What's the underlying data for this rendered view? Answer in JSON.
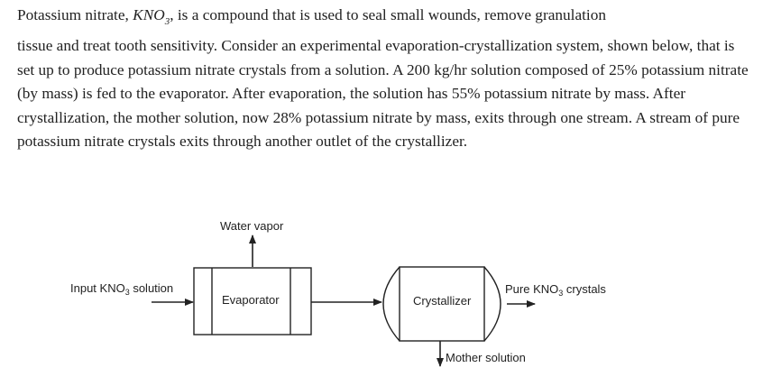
{
  "problem": {
    "line1_before": "Potassium nitrate, ",
    "formula_main": "KNO",
    "formula_sub": "3",
    "line1_after": ", is a compound that is used to seal small wounds, remove granulation",
    "body": "tissue and treat tooth sensitivity. Consider an experimental evaporation-crystallization system, shown below, that is set up to produce potassium nitrate crystals from a solution. A 200 kg/hr solution composed of 25% potassium nitrate (by mass) is fed to the evaporator. After evaporation, the solution has 55% potassium nitrate by mass. After crystallization, the mother solution, now 28% potassium nitrate by mass, exits through one stream. A stream of pure potassium nitrate crystals exits through another outlet of the crystallizer."
  },
  "diagram": {
    "water_vapor": "Water vapor",
    "input_prefix": "Input KNO",
    "input_sub": "3",
    "input_suffix": " solution",
    "evaporator": "Evaporator",
    "crystallizer": "Crystallizer",
    "pure_prefix": "Pure KNO",
    "pure_sub": "3",
    "pure_suffix": " crystals",
    "mother_solution": "Mother solution"
  }
}
